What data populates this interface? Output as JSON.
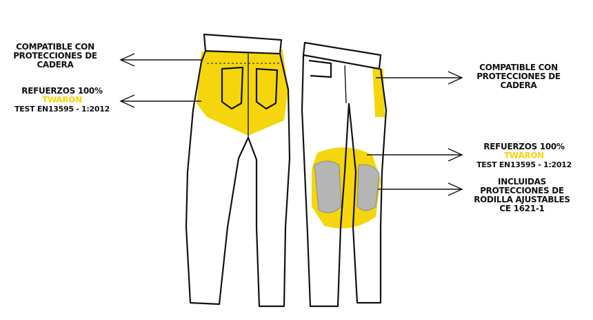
{
  "colors": {
    "accent": "#f5d60c",
    "knee_pad": "#b5b5b5",
    "outline": "#111111"
  },
  "left_labels": [
    {
      "lines": [
        "COMPATIBLE CON",
        "PROTECCIONES DE",
        "CADERA"
      ]
    },
    {
      "title": "REFUERZOS 100%",
      "highlight": "TWARON",
      "test": "TEST EN13595 - 1:2012"
    }
  ],
  "right_labels": [
    {
      "lines": [
        "COMPATIBLE CON",
        "PROTECCIONES DE",
        "CADERA"
      ]
    },
    {
      "title": "REFUERZOS 100%",
      "highlight": "TWARON",
      "test": "TEST EN13595 - 1:2012"
    },
    {
      "lines": [
        "INCLUIDAS",
        "PROTECCIONES DE",
        "RODILLA AJUSTABLES",
        "CE 1621-1"
      ]
    }
  ]
}
